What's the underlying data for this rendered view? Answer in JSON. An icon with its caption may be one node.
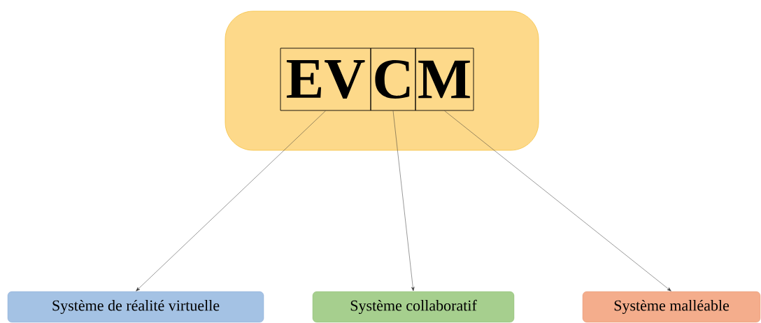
{
  "diagram": {
    "nodes": [
      {
        "text": [],
        "shape": "box"
      },
      {
        "text": [
          "EV"
        ],
        "in": 0
      },
      {
        "text": [
          "C"
        ],
        "in": 0
      },
      {
        "text": [
          "M"
        ],
        "in": 0
      },
      {
        "text": [
          "Système de réalité virtuelle"
        ]
      },
      {
        "text": [
          "Système collaboratif"
        ]
      },
      {
        "text": [
          "Système malléable"
        ]
      }
    ],
    "edges": [
      {
        "from": 1,
        "to": 4,
        "arrow": "to"
      },
      {
        "from": 2,
        "to": 5,
        "arrow": "to"
      },
      {
        "from": 3,
        "to": 6,
        "arrow": "to"
      }
    ]
  }
}
